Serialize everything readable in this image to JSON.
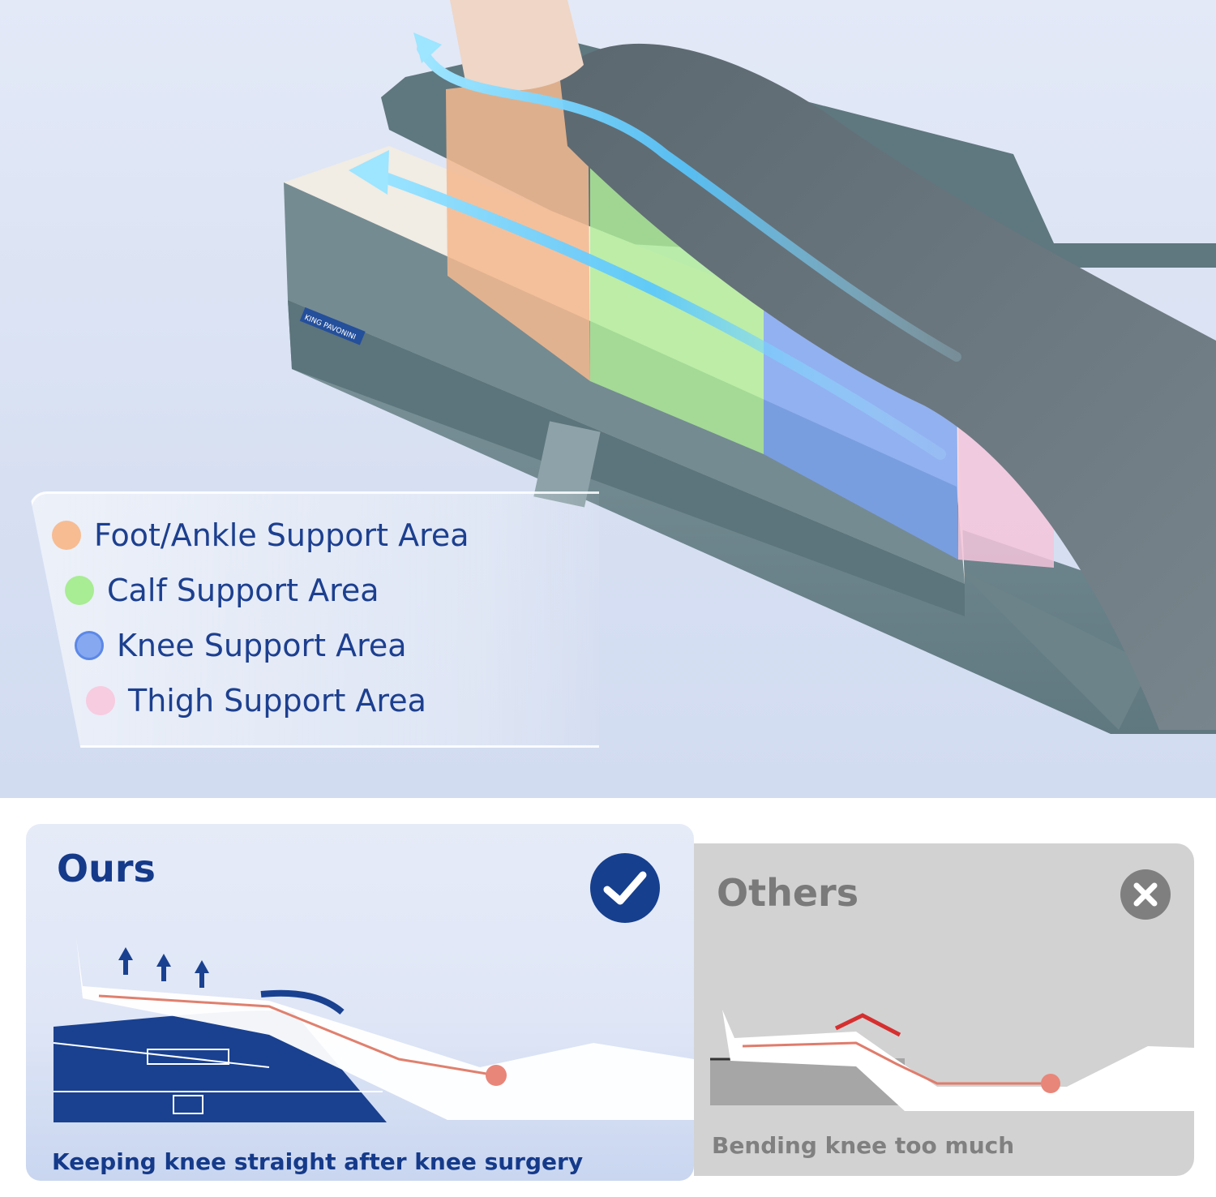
{
  "legend": {
    "items": [
      {
        "label": "Foot/Ankle Support Area",
        "color": "#f7bc92"
      },
      {
        "label": "Calf Support Area",
        "color": "#a8ec93"
      },
      {
        "label": "Knee Support Area",
        "color": "#85a8f1"
      },
      {
        "label": "Thigh Support Area",
        "color": "#f7cbe0"
      }
    ]
  },
  "product": {
    "brand_tag": "KING PAVONINI"
  },
  "comparison": {
    "ours": {
      "title": "Ours",
      "caption": "Keeping knee straight after knee surgery",
      "status_icon": "check-icon"
    },
    "others": {
      "title": "Others",
      "caption": "Bending knee too much",
      "status_icon": "x-icon"
    }
  },
  "colors": {
    "brand_blue": "#1c3f8f",
    "pillow_gray": "#6f8891",
    "others_gray": "#d2d2d2"
  }
}
